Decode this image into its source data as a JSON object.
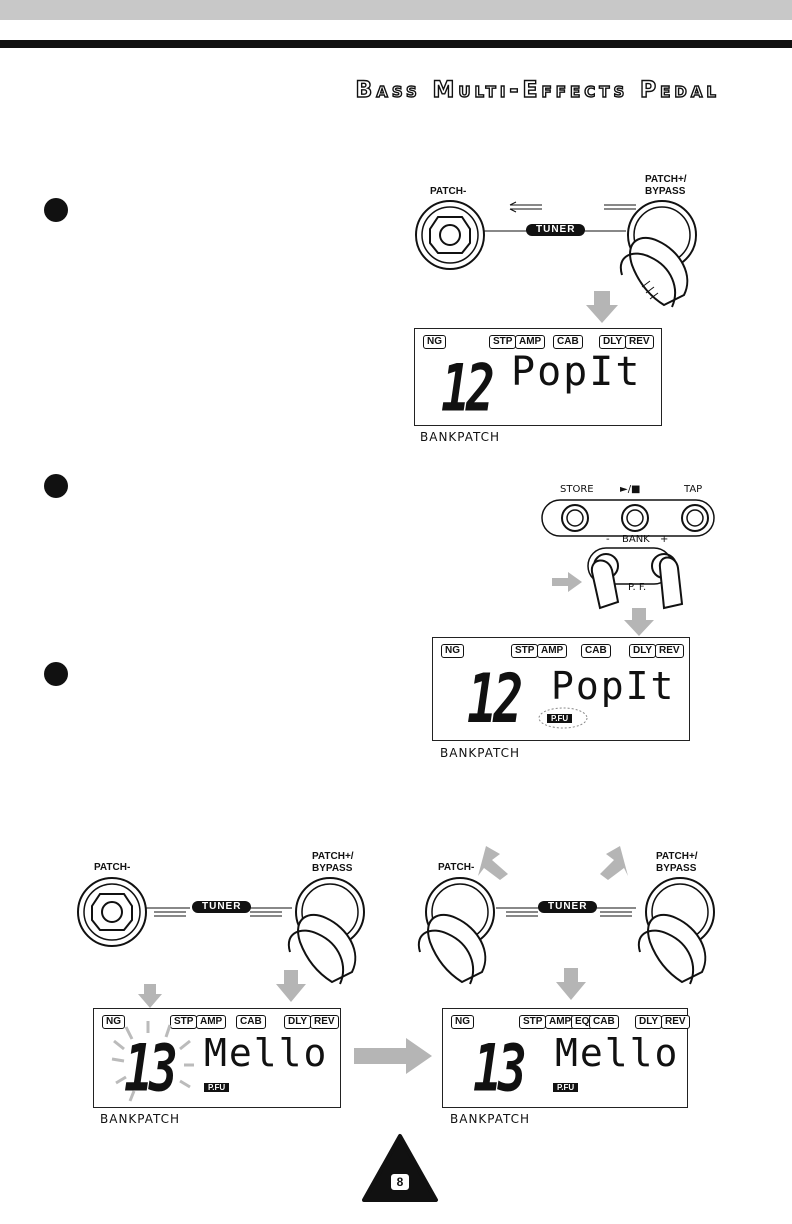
{
  "header": {
    "title": "Bass Multi-Effects Pedal"
  },
  "footswitch": {
    "patch_minus": "PATCH-",
    "patch_plus": "PATCH+/",
    "bypass": "BYPASS",
    "tuner": "TUNER"
  },
  "panel": {
    "store": "STORE",
    "play": "►/■",
    "tap": "TAP",
    "bank_minus": "-",
    "bank": "BANK",
    "bank_plus": "+",
    "pf": "P. F."
  },
  "lcd_tags": {
    "ng": "NG",
    "stp": "STP",
    "amp": "AMP",
    "eq": "EQ",
    "cab": "CAB",
    "dly": "DLY",
    "rev": "REV",
    "pfu": "P.FU"
  },
  "lcd1": {
    "number": "12",
    "name": "PopIt",
    "caption": "BANKPATCH"
  },
  "lcd2": {
    "number": "12",
    "name": "PopIt",
    "caption": "BANKPATCH"
  },
  "lcd3": {
    "number": "13",
    "name": "Mello",
    "caption": "BANKPATCH"
  },
  "lcd4": {
    "number": "13",
    "name": "Mello",
    "caption": "BANKPATCH"
  },
  "page_number": "8"
}
